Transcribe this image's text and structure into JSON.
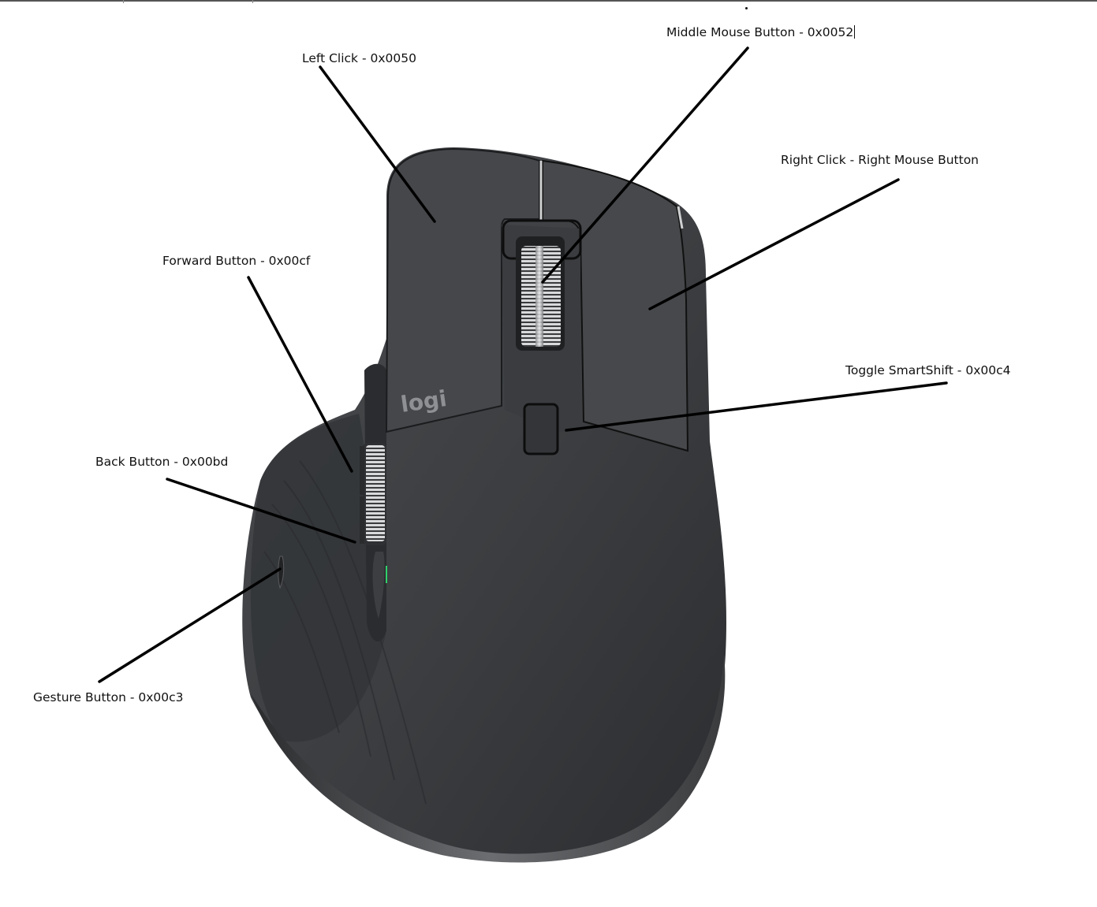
{
  "diagram": {
    "logo_text": "logi",
    "labels": {
      "middle": "Middle Mouse Button - 0x0052",
      "left": "Left Click - 0x0050",
      "right": "Right Click - Right Mouse Button",
      "forward": "Forward Button - 0x00cf",
      "back": "Back Button - 0x00bd",
      "smartshift": "Toggle SmartShift - 0x00c4",
      "gesture": "Gesture Button - 0x00c3"
    },
    "colors": {
      "mouse_body": "#3d3f42",
      "mouse_top": "#45474a",
      "leader_line": "#000000",
      "background": "#ffffff"
    }
  }
}
